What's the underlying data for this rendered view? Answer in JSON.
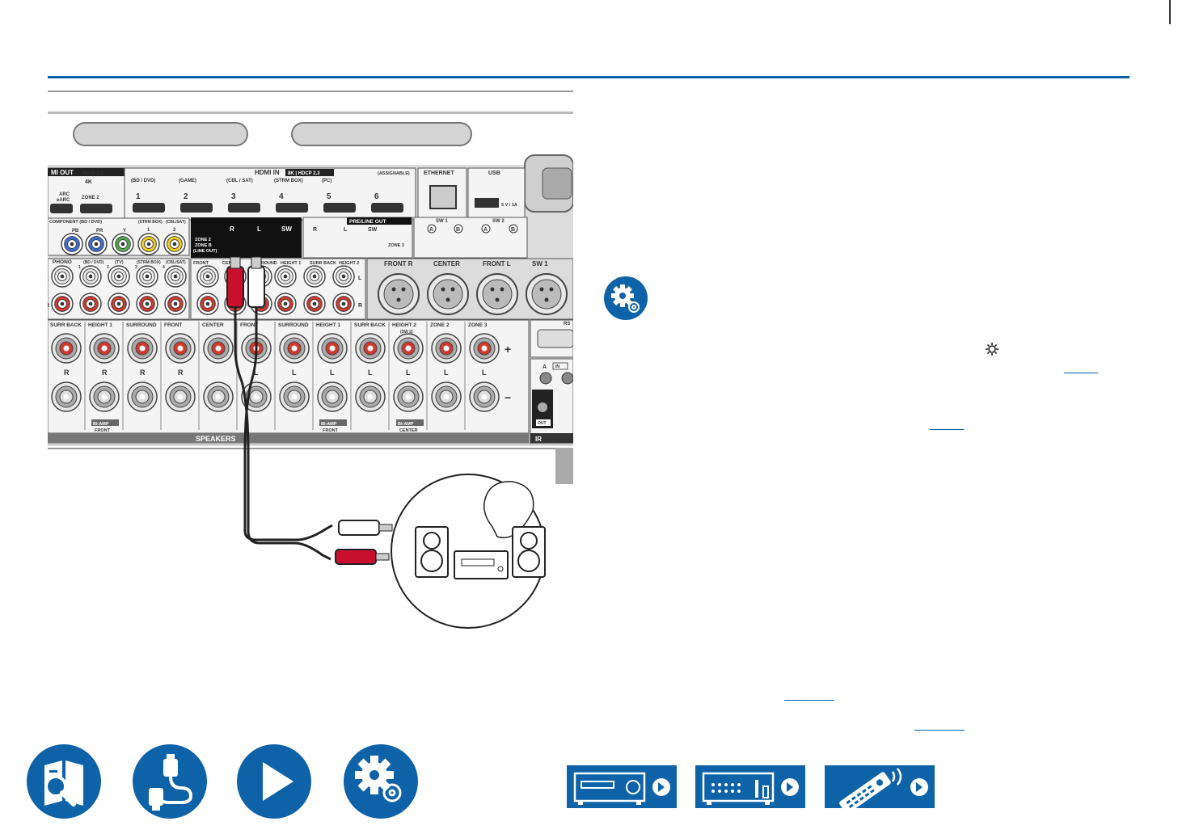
{
  "panel": {
    "hdmi_out": "MI OUT",
    "hdcp_out": "HDCP 2.3",
    "out_4k": "4K",
    "arc_label": "ARC",
    "earc_label": "eARC",
    "zone2_hdmi": "ZONE 2",
    "hdmi_in": "HDMI IN",
    "hdmi_in_badge": "8K | HDCP 2.3",
    "assignable": "(ASSIGNABLE)",
    "hdmi_inputs": [
      {
        "num": "1",
        "label": "(BD / DVD)"
      },
      {
        "num": "2",
        "label": "(GAME)"
      },
      {
        "num": "3",
        "label": "(CBL / SAT)"
      },
      {
        "num": "4",
        "label": "(STRM BOX)"
      },
      {
        "num": "5",
        "label": "(PC)"
      },
      {
        "num": "6",
        "label": ""
      }
    ],
    "ethernet": "ETHERNET",
    "usb": "USB",
    "usb_rating": "5 V / 1A",
    "component": "COMPONENT (BD / DVD)",
    "comp_pb": "PB",
    "comp_pr": "PR",
    "comp_y": "Y",
    "strm_box": "(STRM BOX)",
    "cbl_sat": "(CBL/SAT)",
    "comp_1": "1",
    "comp_2": "2",
    "zone2_line_out": [
      "ZONE 2",
      "ZONE B",
      "(LINE OUT)"
    ],
    "zone_r": "R",
    "zone_l": "L",
    "zone_sw": "SW",
    "pre_line_out": "PRE/LINE OUT",
    "zone3_label": "ZONE 3",
    "sw1": "SW 1",
    "sw2": "SW 2",
    "sw_a": "A",
    "sw_b": "B",
    "phono": "PHONO",
    "in_bd_dvd": "(BD / DVD)",
    "in_tv": "(TV)",
    "in_strm": "(STRM BOX)",
    "in_cbl": "(CBL/SAT)",
    "in_nums": [
      "1",
      "2",
      "3",
      "4"
    ],
    "pre_cols": [
      "FRONT",
      "CENTER",
      "SURROUND",
      "HEIGHT 1",
      "SURR BACK",
      "HEIGHT 2"
    ],
    "xlr": [
      "FRONT R",
      "CENTER",
      "FRONT L",
      "SW 1"
    ],
    "spk_cols": [
      "SURR BACK",
      "HEIGHT 1",
      "SURROUND",
      "FRONT",
      "CENTER",
      "FRONT",
      "SURROUND",
      "HEIGHT 1",
      "SURR BACK",
      "HEIGHT 2",
      "ZONE 2",
      "ZONE 3"
    ],
    "sw2_sub": "(SW 2)",
    "spk_r": "R",
    "spk_l": "L",
    "plus": "+",
    "minus": "−",
    "biamp": "BI-AMP",
    "biamp_front": "FRONT",
    "biamp_center": "CENTER",
    "speakers": "SPEAKERS",
    "ir": "IR",
    "ir_a": "A",
    "ir_in": "IN",
    "ir_out": "OUT",
    "rs": "RS",
    "line_l": "L",
    "line_r": "R"
  },
  "nav": {
    "contents_icon": "book-search-icon",
    "connections_icon": "cable-icon",
    "playback_icon": "play-icon",
    "setup_icon": "gear-icon"
  },
  "devices": {
    "front_panel_icon": "front-panel-icon",
    "rear_panel_icon": "rear-panel-icon",
    "remote_icon": "remote-controller-icon"
  },
  "colors": {
    "accent": "#0060a8",
    "button": "#0e62a8",
    "cable_red": "#c8102e"
  }
}
